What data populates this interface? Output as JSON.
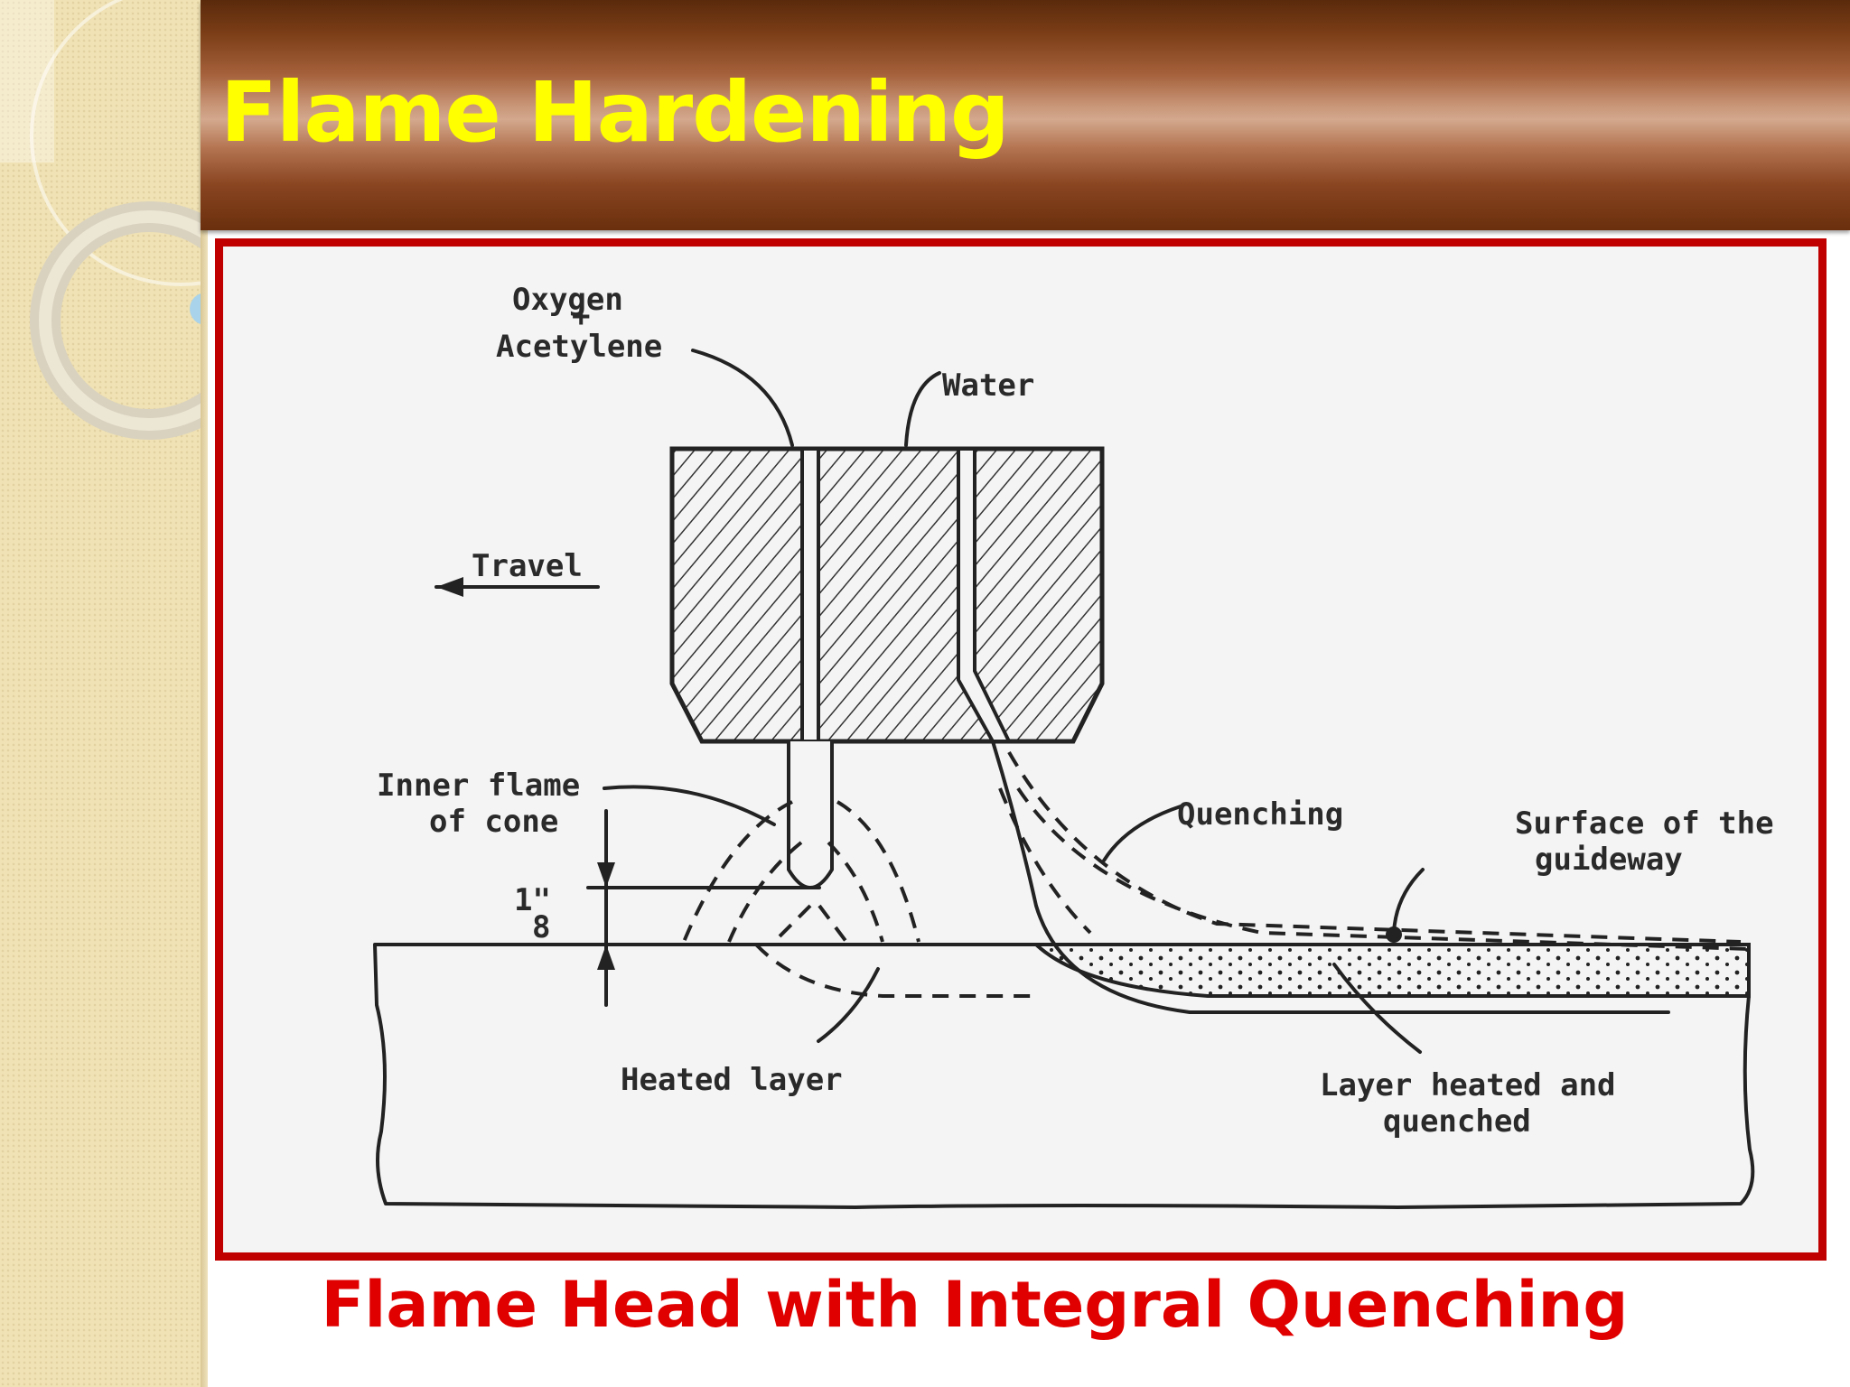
{
  "slide": {
    "title": "Flame Hardening",
    "caption": "Flame Head with Integral Quenching"
  },
  "diagram": {
    "labels": {
      "oxygen": "Oxygen",
      "plus": "+",
      "acetylene": "Acetylene",
      "water": "Water",
      "travel": "Travel",
      "inner_flame_1": "Inner flame",
      "inner_flame_2": "of cone",
      "gap": "1\"",
      "gap_den": "8",
      "quenching": "Quenching",
      "surface_1": "Surface of the",
      "surface_2": "guideway",
      "heated_layer": "Heated layer",
      "layer_hq_1": "Layer heated and",
      "layer_hq_2": "quenched"
    }
  },
  "colors": {
    "title": "#ffff00",
    "caption": "#e00000",
    "frame_border": "#c00000",
    "strip": "#f0e2b4"
  }
}
